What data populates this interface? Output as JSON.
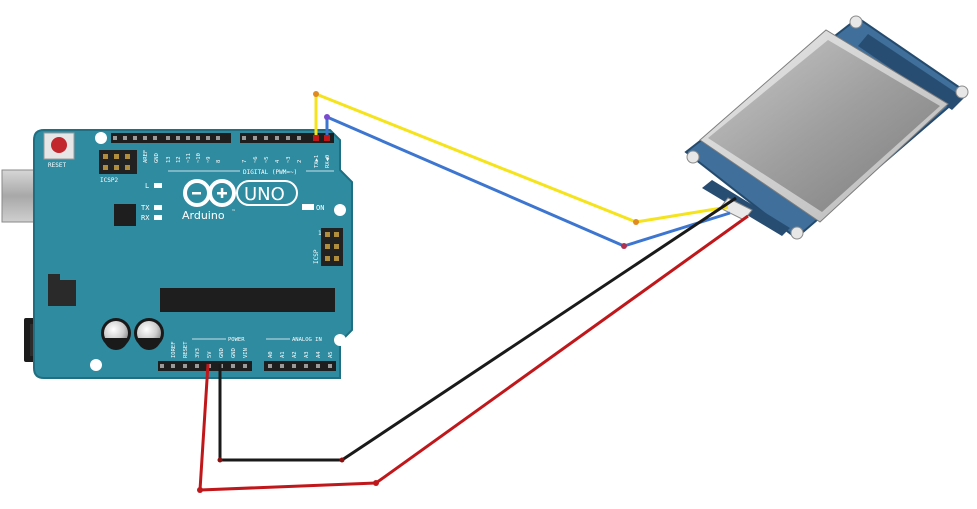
{
  "arduino": {
    "reset_label": "RESET",
    "icsp2_label": "ICSP2",
    "icsp_label": "ICSP",
    "icsp_pin1": "1",
    "led_l": "L",
    "led_tx": "TX",
    "led_rx": "RX",
    "led_on": "ON",
    "logo_word": "Arduino",
    "logo_tm": "™",
    "model": "UNO",
    "digital_label": "DIGITAL (PWM=~)",
    "power_label": "POWER",
    "analog_label": "ANALOG IN",
    "aref": "AREF",
    "gnd_top": "GND",
    "digital_pins": [
      "13",
      "12",
      "~11",
      "~10",
      "~9",
      "8",
      "7",
      "~6",
      "~5",
      "4",
      "~3",
      "2",
      "TX▶1",
      "RX◀0"
    ],
    "power_pins": [
      "IOREF",
      "RESET",
      "3V3",
      "5V",
      "GND",
      "GND",
      "VIN"
    ],
    "analog_pins": [
      "A0",
      "A1",
      "A2",
      "A3",
      "A4",
      "A5"
    ]
  },
  "wires": [
    {
      "name": "tx-wire",
      "color": "#f5e31c"
    },
    {
      "name": "rx-wire",
      "color": "#3d76d0"
    },
    {
      "name": "gnd-wire",
      "color": "#1a1a1a"
    },
    {
      "name": "vcc-wire",
      "color": "#c0171b"
    }
  ],
  "colors": {
    "board": "#2f8ba0",
    "board_edge": "#1f6f82",
    "display_pcb": "#3f6f9a",
    "display_screen": "#9a9a9a"
  }
}
